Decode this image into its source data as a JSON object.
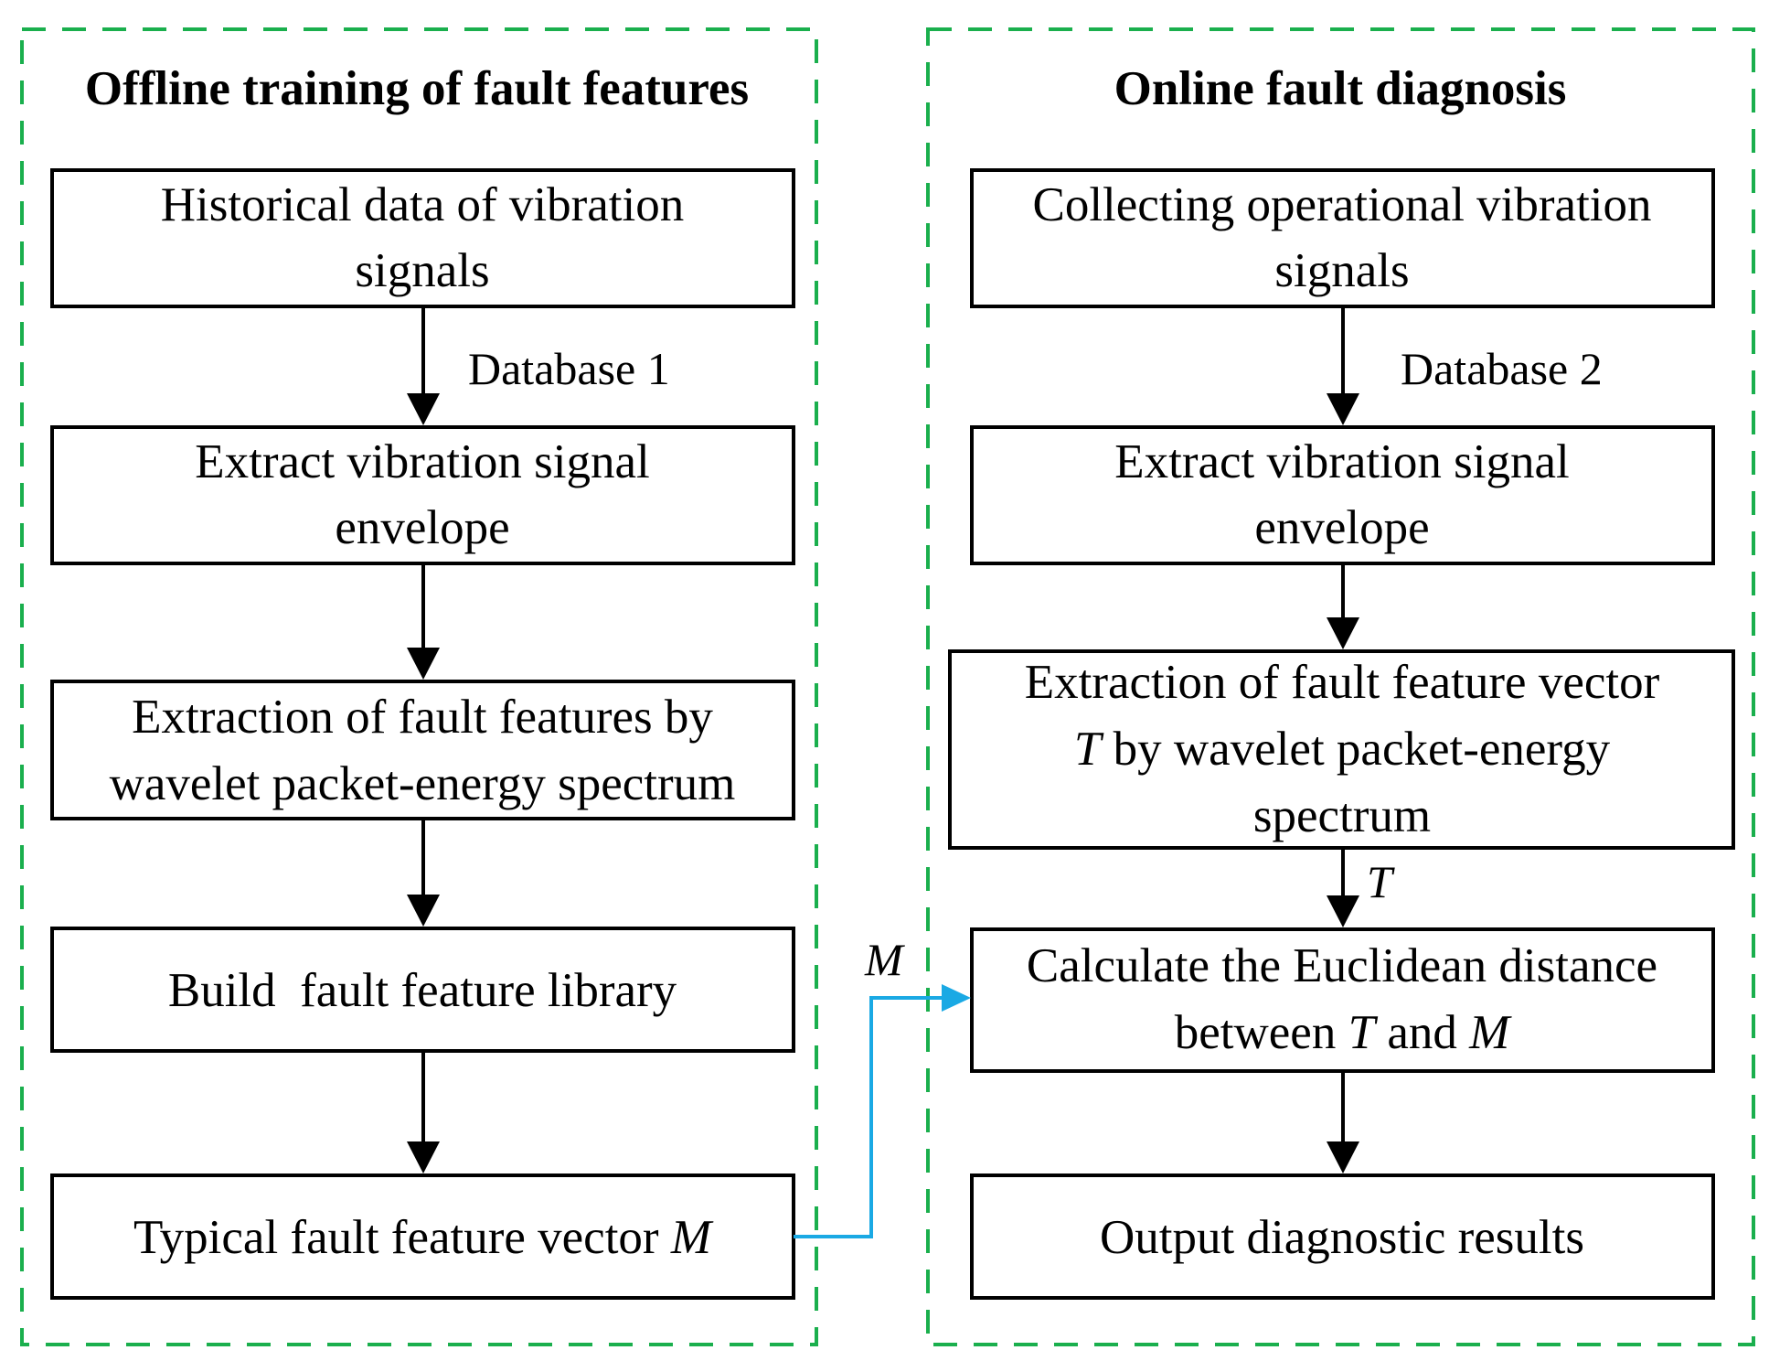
{
  "colors": {
    "group_border": "#1aaf4d",
    "connector": "#1aa9e4",
    "box_stroke": "#000000",
    "arrow": "#000000"
  },
  "offline": {
    "title": "Offline training of fault features",
    "box1": {
      "line1": "Historical data of vibration",
      "line2": "signals"
    },
    "database_label": "Database 1",
    "box2": {
      "line1": "Extract vibration signal",
      "line2": "envelope"
    },
    "box3": {
      "line1": "Extraction of fault features by",
      "line2": "wavelet packet-energy spectrum"
    },
    "box4": {
      "line1": "Build  fault feature library"
    },
    "box5": {
      "text": "Typical fault feature vector ",
      "var": "M"
    }
  },
  "online": {
    "title": "Online fault diagnosis",
    "box1": {
      "line1": "Collecting operational vibration",
      "line2": "signals"
    },
    "database_label": "Database 2",
    "box2": {
      "line1": "Extract vibration signal",
      "line2": "envelope"
    },
    "box3": {
      "line1": "Extraction of fault feature vector",
      "line2_var": "T",
      "line2_rest": " by wavelet packet-energy",
      "line3": "spectrum"
    },
    "t_label": "T",
    "box4": {
      "line1": "Calculate the Euclidean distance",
      "line2_a": "between ",
      "line2_var1": "T",
      "line2_b": " and ",
      "line2_var2": "M"
    },
    "box5": {
      "text": "Output diagnostic results"
    }
  },
  "connector_label": "M"
}
